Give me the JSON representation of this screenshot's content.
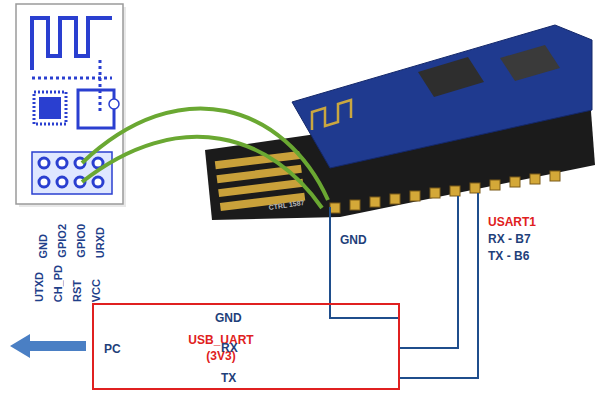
{
  "diagram": {
    "nodes": [
      {
        "text": [
          "PC",
          "USB_UART (3V3)",
          "GND",
          "RX",
          "TX"
        ]
      }
    ],
    "labels": [
      "UTXD",
      "GND",
      "CH_PD",
      "GPIO2",
      "RST",
      "GPIO0",
      "VCC",
      "URXD",
      "CTRL 1587",
      "GND",
      "USART1",
      "RX - B7",
      "TX - B6"
    ]
  }
}
